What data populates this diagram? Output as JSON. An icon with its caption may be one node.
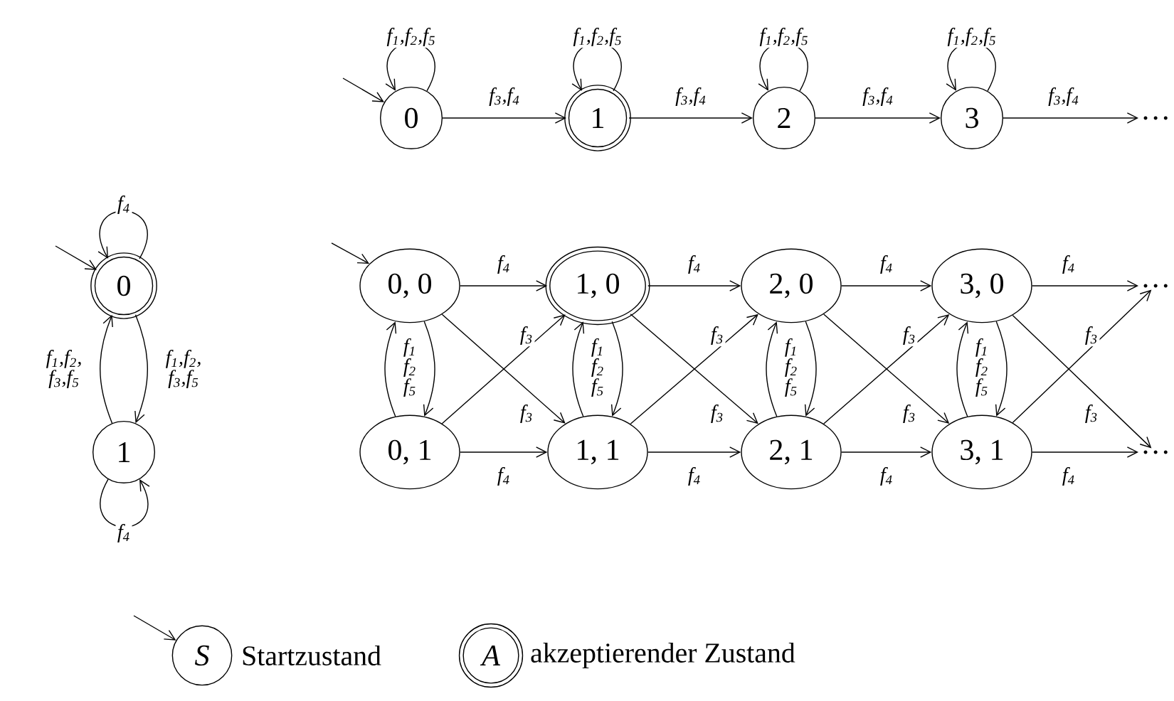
{
  "diagram": {
    "nodes": [
      {
        "text": [
          "0"
        ]
      },
      {
        "text": [
          "1"
        ]
      },
      {
        "text": [
          "0"
        ]
      },
      {
        "text": [
          "1"
        ]
      },
      {
        "text": [
          "2"
        ]
      },
      {
        "text": [
          "3"
        ]
      },
      {
        "text": [
          "…"
        ]
      },
      {
        "text": [
          "0, 0"
        ]
      },
      {
        "text": [
          "1, 0"
        ]
      },
      {
        "text": [
          "2, 0"
        ]
      },
      {
        "text": [
          "3, 0"
        ]
      },
      {
        "text": [
          "…"
        ]
      },
      {
        "text": [
          "0, 1"
        ]
      },
      {
        "text": [
          "1, 1"
        ]
      },
      {
        "text": [
          "2, 1"
        ]
      },
      {
        "text": [
          "3, 1"
        ]
      },
      {
        "text": [
          "…"
        ]
      },
      {
        "text": [
          "S"
        ],
        "beside": [
          "Startzustand"
        ]
      },
      {
        "text": [
          "A"
        ],
        "beside": [
          "akzeptierender Zustand"
        ]
      }
    ],
    "edges": [
      {
        "from": null,
        "to": 0,
        "arrow": "to"
      },
      {
        "from": 0,
        "to": 0,
        "arrow": "to",
        "label": "f$_{4}$"
      },
      {
        "from": 0,
        "to": 1,
        "arrow": "to",
        "label": "f$_{1}$,f$_{2}$, f$_{3}$,f$_{5}$"
      },
      {
        "from": 1,
        "to": 0,
        "arrow": "to",
        "label": "f$_{1}$,f$_{2}$, f$_{3}$,f$_{5}$"
      },
      {
        "from": 1,
        "to": 1,
        "arrow": "to",
        "label": "f$_{4}$"
      },
      {
        "from": null,
        "to": 2,
        "arrow": "to"
      },
      {
        "from": 2,
        "to": 2,
        "arrow": "to",
        "label": "f$_{1}$,f$_{2}$,f$_{5}$"
      },
      {
        "from": 3,
        "to": 3,
        "arrow": "to",
        "label": "f$_{1}$,f$_{2}$,f$_{5}$"
      },
      {
        "from": 4,
        "to": 4,
        "arrow": "to",
        "label": "f$_{1}$,f$_{2}$,f$_{5}$"
      },
      {
        "from": 5,
        "to": 5,
        "arrow": "to",
        "label": "f$_{1}$,f$_{2}$,f$_{5}$"
      },
      {
        "from": 2,
        "to": 3,
        "arrow": "to",
        "label": "f$_{3}$,f$_{4}$"
      },
      {
        "from": 3,
        "to": 4,
        "arrow": "to",
        "label": "f$_{3}$,f$_{4}$"
      },
      {
        "from": 4,
        "to": 5,
        "arrow": "to",
        "label": "f$_{3}$,f$_{4}$"
      },
      {
        "from": 5,
        "to": 6,
        "arrow": "to",
        "label": "f$_{3}$,f$_{4}$"
      },
      {
        "from": null,
        "to": 7,
        "arrow": "to"
      },
      {
        "from": 7,
        "to": 8,
        "arrow": "to",
        "label": "f$_{4}$"
      },
      {
        "from": 8,
        "to": 9,
        "arrow": "to",
        "label": "f$_{4}$"
      },
      {
        "from": 9,
        "to": 10,
        "arrow": "to",
        "label": "f$_{4}$"
      },
      {
        "from": 10,
        "to": 11,
        "arrow": "to",
        "label": "f$_{4}$"
      },
      {
        "from": 12,
        "to": 13,
        "arrow": "to",
        "label": "f$_{4}$"
      },
      {
        "from": 13,
        "to": 14,
        "arrow": "to",
        "label": "f$_{4}$"
      },
      {
        "from": 14,
        "to": 15,
        "arrow": "to",
        "label": "f$_{4}$"
      },
      {
        "from": 15,
        "to": 16,
        "arrow": "to",
        "label": "f$_{4}$"
      },
      {
        "from": 7,
        "to": 13,
        "arrow": "to",
        "label": "f$_{3}$"
      },
      {
        "from": 12,
        "to": 8,
        "arrow": "to",
        "label": "f$_{3}$"
      },
      {
        "from": 8,
        "to": 14,
        "arrow": "to",
        "label": "f$_{3}$"
      },
      {
        "from": 13,
        "to": 9,
        "arrow": "to",
        "label": "f$_{3}$"
      },
      {
        "from": 9,
        "to": 15,
        "arrow": "to",
        "label": "f$_{3}$"
      },
      {
        "from": 14,
        "to": 10,
        "arrow": "to",
        "label": "f$_{3}$"
      },
      {
        "from": 10,
        "to": 16,
        "arrow": "to",
        "label": "f$_{3}$"
      },
      {
        "from": 15,
        "to": 11,
        "arrow": "to",
        "label": "f$_{3}$"
      },
      {
        "from": 7,
        "to": 12,
        "arrow": "to",
        "label": "f$_{1}$ f$_{2}$ f$_{5}$"
      },
      {
        "from": 12,
        "to": 7,
        "arrow": "to"
      },
      {
        "from": 8,
        "to": 13,
        "arrow": "to",
        "label": "f$_{1}$ f$_{2}$ f$_{5}$"
      },
      {
        "from": 13,
        "to": 8,
        "arrow": "to"
      },
      {
        "from": 9,
        "to": 14,
        "arrow": "to",
        "label": "f$_{1}$ f$_{2}$ f$_{5}$"
      },
      {
        "from": 14,
        "to": 9,
        "arrow": "to"
      },
      {
        "from": 10,
        "to": 15,
        "arrow": "to",
        "label": "f$_{1}$ f$_{2}$ f$_{5}$"
      },
      {
        "from": 15,
        "to": 10,
        "arrow": "to"
      },
      {
        "from": null,
        "to": 17,
        "arrow": "to"
      }
    ]
  }
}
